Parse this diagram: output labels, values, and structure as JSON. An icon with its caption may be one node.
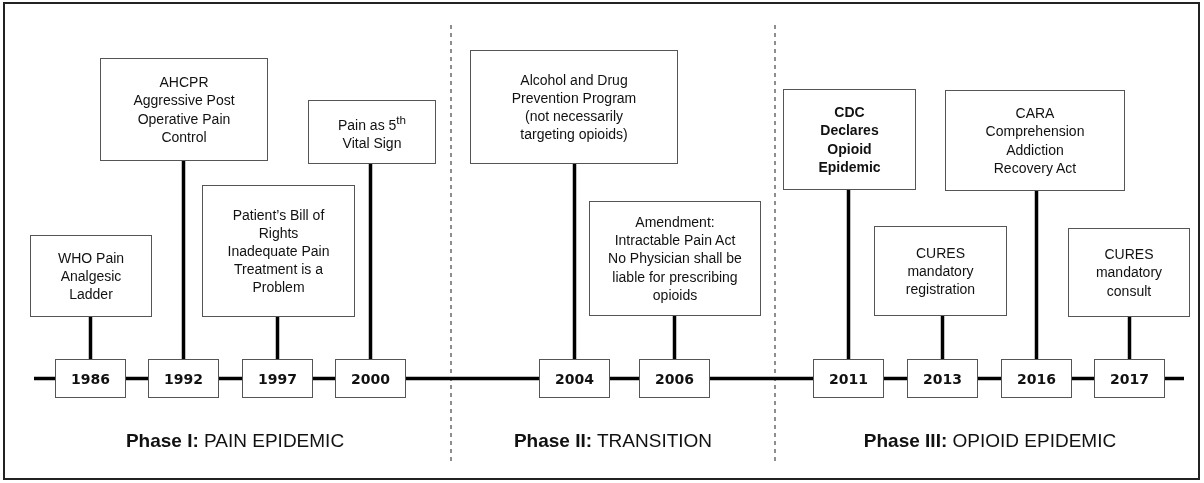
{
  "diagram": {
    "nodes": [
      {
        "text": [
          "WHO Pain Analgesic Ladder"
        ]
      },
      {
        "text": [
          "AHCPR Aggressive Post Operative Pain Control"
        ]
      },
      {
        "text": [
          "Patient’s Bill of Rights Inadequate Pain Treatment is a Problem"
        ]
      },
      {
        "text": [
          "Pain as 5$^{th}$ Vital Sign"
        ]
      },
      {
        "text": [
          "Alcohol and Drug Prevention Program (not necessarily targeting opioids)"
        ]
      },
      {
        "text": [
          "Amendment: Intractable Pain Act No Physician shall be liable for prescribing opioids"
        ]
      },
      {
        "text": [
          "CDC Declares Opioid Epidemic"
        ]
      },
      {
        "text": [
          "CURES mandatory registration"
        ]
      },
      {
        "text": [
          "CARA Comprehension Addiction Recovery Act"
        ]
      },
      {
        "text": [
          "CURES mandatory consult"
        ]
      },
      {
        "text": [
          "1986"
        ]
      },
      {
        "text": [
          "1992"
        ]
      },
      {
        "text": [
          "1997"
        ]
      },
      {
        "text": [
          "2000"
        ]
      },
      {
        "text": [
          "2004"
        ]
      },
      {
        "text": [
          "2006"
        ]
      },
      {
        "text": [
          "2011"
        ]
      },
      {
        "text": [
          "2013"
        ]
      },
      {
        "text": [
          "2016"
        ]
      },
      {
        "text": [
          "2017"
        ]
      }
    ],
    "edges": [
      {
        "from": 0,
        "to": 10,
        "arrow": "none"
      },
      {
        "from": 1,
        "to": 11,
        "arrow": "none"
      },
      {
        "from": 2,
        "to": 12,
        "arrow": "none"
      },
      {
        "from": 3,
        "to": 13,
        "arrow": "none"
      },
      {
        "from": 4,
        "to": 14,
        "arrow": "none"
      },
      {
        "from": 5,
        "to": 15,
        "arrow": "none"
      },
      {
        "from": 6,
        "to": 16,
        "arrow": "none"
      },
      {
        "from": 7,
        "to": 17,
        "arrow": "none"
      },
      {
        "from": 8,
        "to": 18,
        "arrow": "none"
      },
      {
        "from": 9,
        "to": 19,
        "arrow": "none"
      },
      {
        "from": null,
        "to": 10,
        "arrow": "none"
      },
      {
        "from": 10,
        "to": 11,
        "arrow": "none"
      },
      {
        "from": 11,
        "to": 12,
        "arrow": "none"
      },
      {
        "from": 12,
        "to": 13,
        "arrow": "none"
      },
      {
        "from": 13,
        "to": 14,
        "arrow": "none"
      },
      {
        "from": 14,
        "to": 15,
        "arrow": "none"
      },
      {
        "from": 15,
        "to": 16,
        "arrow": "none"
      },
      {
        "from": 16,
        "to": 17,
        "arrow": "none"
      },
      {
        "from": 17,
        "to": 18,
        "arrow": "none"
      },
      {
        "from": 18,
        "to": 19,
        "arrow": "none"
      },
      {
        "from": 19,
        "to": null,
        "arrow": "none"
      }
    ],
    "labels": [
      "**Phase I:** PAIN EPIDEMIC",
      "**Phase II:** TRANSITION",
      "**Phase III:** OPIOID EPIDEMIC"
    ]
  }
}
